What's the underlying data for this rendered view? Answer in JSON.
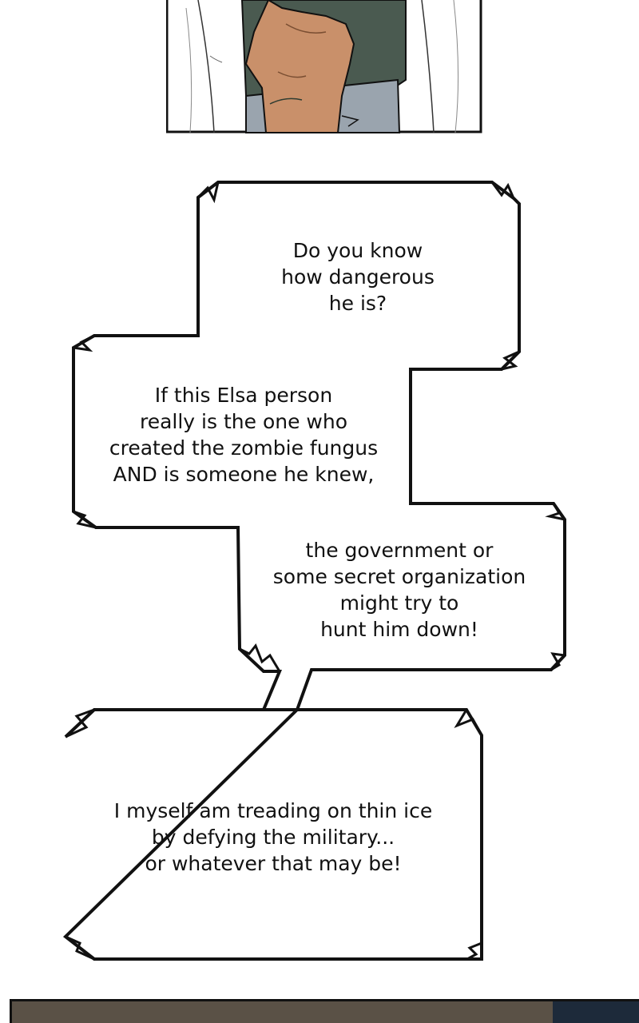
{
  "bubbles": [
    {
      "id": "bubble-1",
      "text": "Do you know\nhow dangerous\nhe is?"
    },
    {
      "id": "bubble-2",
      "text": "If this Elsa person\nreally is the one who\ncreated the zombie fungus\nAND is someone he knew,"
    },
    {
      "id": "bubble-3",
      "text": "the government or\nsome  secret organization\nmight try to\nhunt him down!"
    },
    {
      "id": "bubble-4",
      "text": "I myself am treading on thin ice\nby defying the military...\nor whatever that may be!"
    }
  ],
  "colors": {
    "background": "#ffffff",
    "outline": "#111111",
    "shirt": "#4a5a50",
    "skin": "#c9906a",
    "sleeve": "#9aa4ae",
    "bottom_panel": "#5a5146",
    "bottom_panel_right": "#1d2a3a"
  }
}
